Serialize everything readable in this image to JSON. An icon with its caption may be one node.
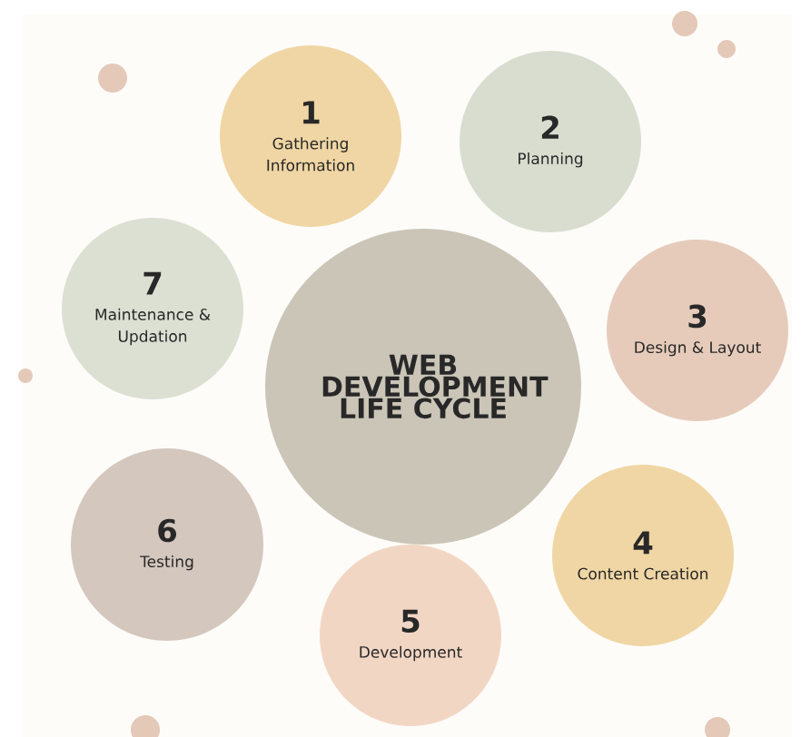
{
  "diagram": {
    "nodes": [
      {
        "text": [
          "1",
          "Gathering Information"
        ]
      },
      {
        "text": [
          "2",
          "Planning"
        ]
      },
      {
        "text": [
          "7",
          "Maintenance & Updation"
        ]
      },
      {
        "text": [
          "WEB DEVELOPMENT LIFE CYCLE"
        ]
      },
      {
        "text": [
          "3",
          "Design & Layout"
        ]
      },
      {
        "text": [
          "6",
          "Testing"
        ]
      },
      {
        "text": [
          "4",
          "Content Creation"
        ]
      },
      {
        "text": [
          "5",
          "Development"
        ]
      }
    ]
  }
}
